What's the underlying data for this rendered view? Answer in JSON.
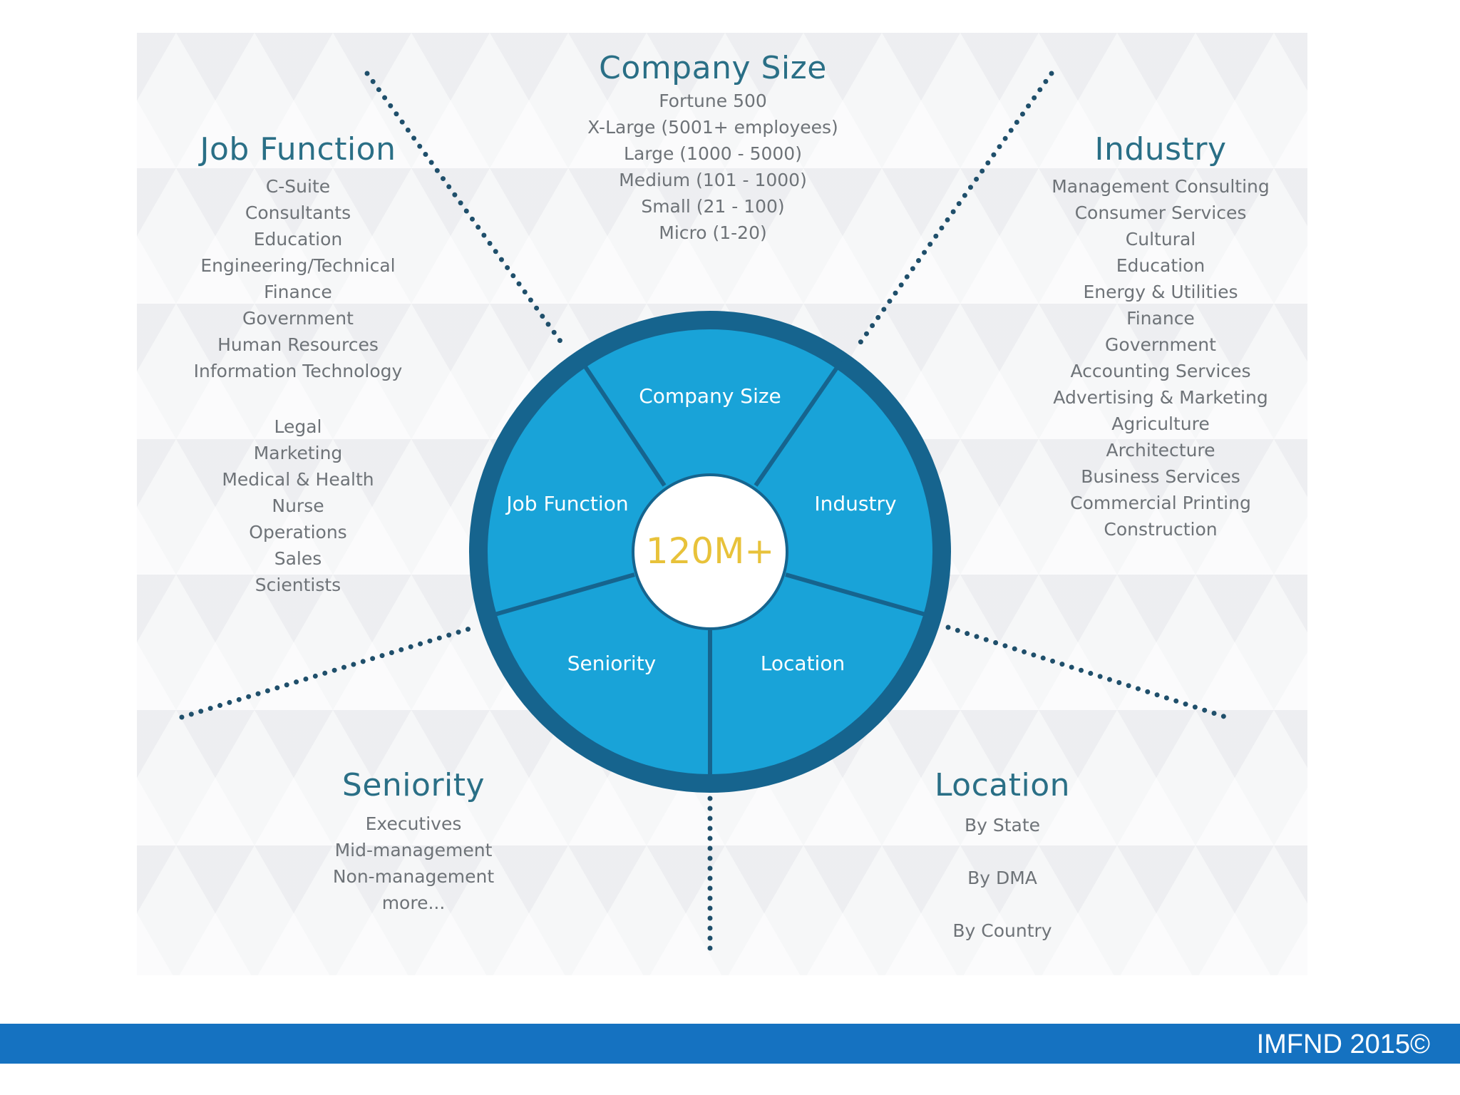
{
  "center": {
    "label": "120M+"
  },
  "segments": {
    "company_size": "Company Size",
    "industry": "Industry",
    "location": "Location",
    "seniority": "Seniority",
    "job_function": "Job Function"
  },
  "company_size": {
    "title": "Company Size",
    "items": [
      "Fortune 500",
      "X-Large (5001+ employees)",
      "Large (1000 - 5000)",
      "Medium (101 - 1000)",
      "Small (21 - 100)",
      "Micro (1-20)"
    ]
  },
  "job_function": {
    "title": "Job Function",
    "items": [
      "C-Suite",
      "Consultants",
      "Education",
      "Engineering/Technical",
      "Finance",
      "Government",
      "Human Resources",
      "Information Technology",
      "Legal",
      "Marketing",
      "Medical & Health",
      "Nurse",
      "Operations",
      "Sales",
      "Scientists"
    ]
  },
  "industry": {
    "title": "Industry",
    "items": [
      "Management Consulting",
      "Consumer Services",
      "Cultural",
      "Education",
      "Energy & Utilities",
      "Finance",
      "Government",
      "Accounting Services",
      "Advertising & Marketing",
      "Agriculture",
      "Architecture",
      "Business Services",
      "Commercial Printing",
      "Construction"
    ]
  },
  "seniority": {
    "title": "Seniority",
    "items": [
      "Executives",
      "Mid-management",
      "Non-management",
      "more..."
    ]
  },
  "location": {
    "title": "Location",
    "items": [
      "By State",
      "By DMA",
      "By Country"
    ]
  },
  "footer": {
    "text": "IMFND 2015©"
  },
  "colors": {
    "ring_outer": "#16648e",
    "segment_fill": "#19a3d8",
    "divider": "#16648e",
    "title_text": "#2a6f86",
    "item_text": "#6e7378",
    "center_text": "#e8c23a",
    "dots": "#1f4f6b",
    "footer_bar": "#1572c1"
  }
}
